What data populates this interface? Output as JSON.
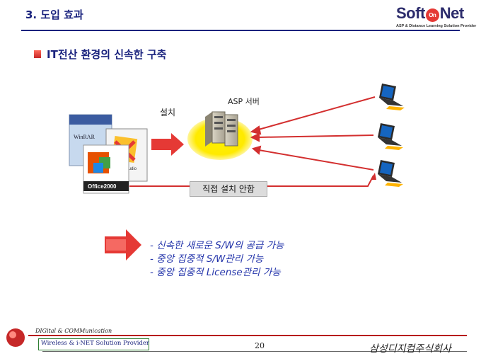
{
  "header": {
    "title": "3. 도입 효과",
    "logo_text": "Soft",
    "logo_on": "On",
    "logo_text2": "Net",
    "logo_tagline": "ASP & Distance Learning Solution Provider"
  },
  "section": {
    "heading": "IT전산 환경의 신속한 구축"
  },
  "diagram": {
    "install_label": "설치",
    "server_label": "ASP 서버",
    "manual_install_label": "직접 설치 안함",
    "software_box_labels": [
      "WinRAR",
      "Visual Studio",
      "Office2000"
    ]
  },
  "benefits": [
    "- 신속한 새로운 S/W의 공급 가능",
    "- 중앙 집중적 S/W관리 가능",
    "- 중앙 집중적 License관리 가능"
  ],
  "footer": {
    "company_tag": "DIGital & COMMunication",
    "tagline": "Wireless & i-NET Solution Provider",
    "page_number": "20",
    "company_name": "삼성디지컴주식회사"
  },
  "colors": {
    "title": "#1a237e",
    "arrow_red": "#e53935",
    "server_glow": "#ffee00",
    "benefit_text": "#2233aa",
    "footer_line": "#b71c1c"
  }
}
